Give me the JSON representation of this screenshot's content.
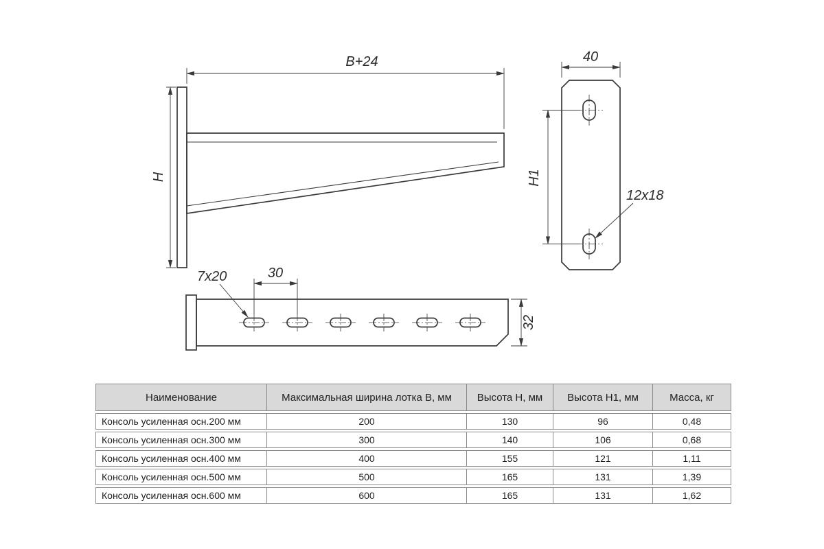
{
  "drawing": {
    "side_view": {
      "dim_width": "B+24",
      "dim_height": "H"
    },
    "front_view": {
      "dim_width": "40",
      "dim_height": "H1",
      "slot_size": "12x18"
    },
    "top_view": {
      "slot_size": "7x20",
      "slot_pitch": "30",
      "dim_depth": "32"
    }
  },
  "table": {
    "headers": [
      "Наименование",
      "Максимальная ширина лотка B, мм",
      "Высота H, мм",
      "Высота H1, мм",
      "Масса, кг"
    ],
    "rows": [
      [
        "Консоль усиленная осн.200 мм",
        "200",
        "130",
        "96",
        "0,48"
      ],
      [
        "Консоль усиленная осн.300 мм",
        "300",
        "140",
        "106",
        "0,68"
      ],
      [
        "Консоль усиленная осн.400 мм",
        "400",
        "155",
        "121",
        "1,11"
      ],
      [
        "Консоль усиленная осн.500 мм",
        "500",
        "165",
        "131",
        "1,39"
      ],
      [
        "Консоль усиленная осн.600 мм",
        "600",
        "165",
        "131",
        "1,62"
      ]
    ]
  },
  "colors": {
    "line": "#3a3a3a",
    "header_bg": "#d9d9d9",
    "border": "#8a8a8a"
  }
}
